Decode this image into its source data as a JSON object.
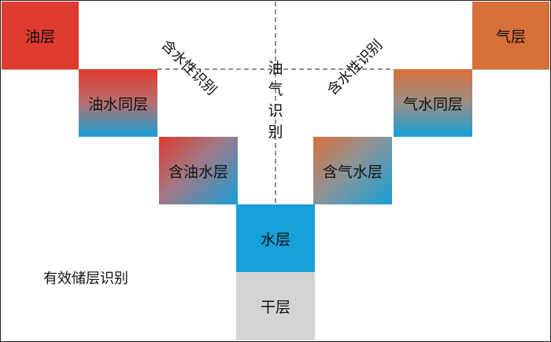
{
  "boxes": {
    "oil_layer": "油层",
    "gas_layer": "气层",
    "oil_water_layer": "油水同层",
    "gas_water_layer": "气水同层",
    "oily_water_layer": "含油水层",
    "gassy_water_layer": "含气水层",
    "water_layer": "水层",
    "dry_layer": "干层"
  },
  "labels": {
    "water_id_left": "含水性识别",
    "water_id_right": "含水性识别",
    "oil_gas_id": [
      "油",
      "气",
      "识",
      "别"
    ],
    "reservoir_id": "有效储层识别"
  },
  "colors": {
    "red": "#e03a2f",
    "orange": "#d8703a",
    "blue": "#14a0d8",
    "gray": "#d4d4d4"
  }
}
